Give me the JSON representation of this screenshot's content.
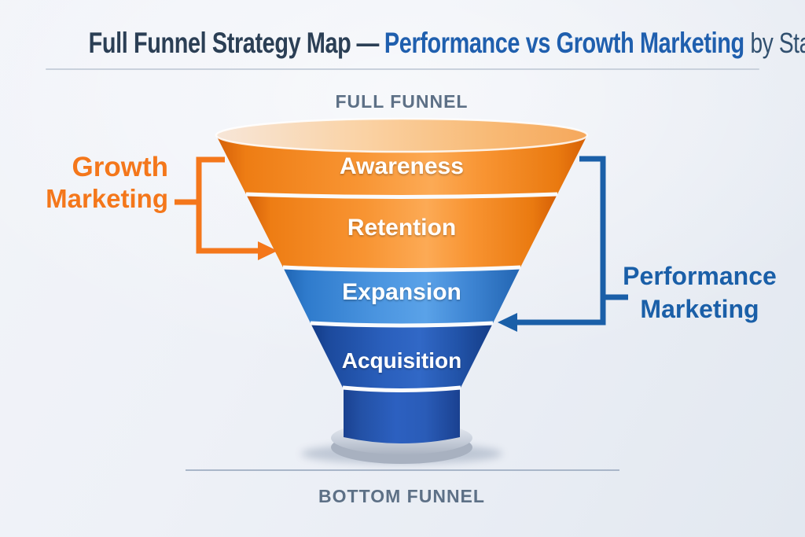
{
  "title": {
    "main": "Full Funnel Strategy Map",
    "separator": "—",
    "highlight": "Performance vs Growth Marketing",
    "suffix": "by Stage"
  },
  "funnel": {
    "top_label": "FULL FUNNEL",
    "bottom_label": "BOTTOM FUNNEL",
    "stages": [
      {
        "label": "Awareness",
        "group": "Growth Marketing",
        "color": "#f6891f"
      },
      {
        "label": "Retention",
        "group": "Growth Marketing",
        "color": "#f6891f"
      },
      {
        "label": "Expansion",
        "group": "Performance Marketing",
        "color": "#4792da"
      },
      {
        "label": "Acquisition",
        "group": "Performance Marketing",
        "color": "#2858b3"
      }
    ]
  },
  "annotations": {
    "growth": {
      "line1": "Growth",
      "line2": "Marketing",
      "color": "#f4771b",
      "arrow": "right-into-funnel"
    },
    "performance": {
      "line1": "Performance",
      "line2": "Marketing",
      "color": "#1a5fa8",
      "arrow": "left-into-funnel"
    }
  },
  "colors": {
    "title_main": "#2b3f55",
    "title_highlight": "#1f5fae",
    "caption_gray": "#5d7086",
    "orange": "#f4771b",
    "navy_blue": "#1a5fa8",
    "background": "#edf1f7"
  }
}
